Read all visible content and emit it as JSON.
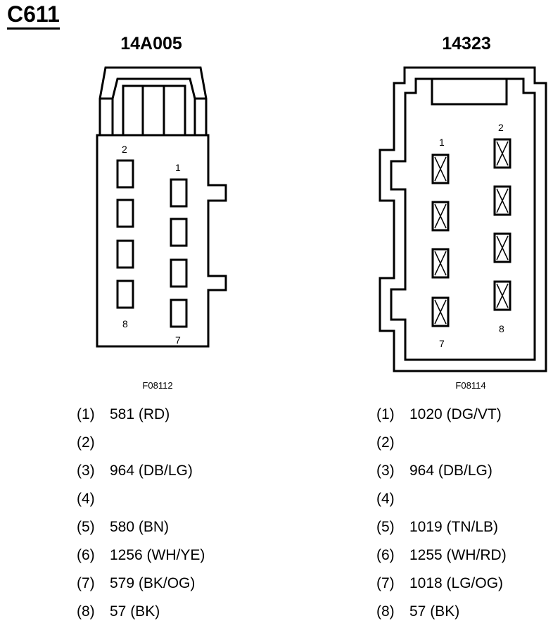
{
  "title": "C611",
  "connectors": [
    {
      "part_number": "14A005",
      "figure_id": "F08112",
      "cavity_labels": {
        "c1": "1",
        "c2": "2",
        "c7": "7",
        "c8": "8"
      },
      "pins": [
        {
          "num": "(1)",
          "wire": "581 (RD)"
        },
        {
          "num": "(2)",
          "wire": ""
        },
        {
          "num": "(3)",
          "wire": "964 (DB/LG)"
        },
        {
          "num": "(4)",
          "wire": ""
        },
        {
          "num": "(5)",
          "wire": "580 (BN)"
        },
        {
          "num": "(6)",
          "wire": "1256 (WH/YE)"
        },
        {
          "num": "(7)",
          "wire": "579 (BK/OG)"
        },
        {
          "num": "(8)",
          "wire": "57 (BK)"
        }
      ]
    },
    {
      "part_number": "14323",
      "figure_id": "F08114",
      "cavity_labels": {
        "c1": "1",
        "c2": "2",
        "c7": "7",
        "c8": "8"
      },
      "pins": [
        {
          "num": "(1)",
          "wire": "1020 (DG/VT)"
        },
        {
          "num": "(2)",
          "wire": ""
        },
        {
          "num": "(3)",
          "wire": "964 (DB/LG)"
        },
        {
          "num": "(4)",
          "wire": ""
        },
        {
          "num": "(5)",
          "wire": "1019 (TN/LB)"
        },
        {
          "num": "(6)",
          "wire": "1255 (WH/RD)"
        },
        {
          "num": "(7)",
          "wire": "1018 (LG/OG)"
        },
        {
          "num": "(8)",
          "wire": "57 (BK)"
        }
      ]
    }
  ]
}
